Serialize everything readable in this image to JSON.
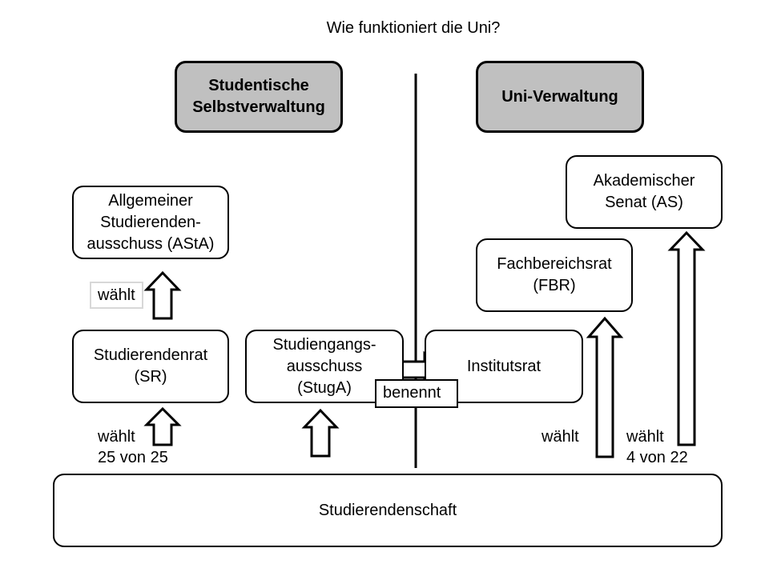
{
  "title": "Wie funktioniert die Uni?",
  "headers": {
    "left": "Studentische\nSelbstverwaltung",
    "right": "Uni-Verwaltung"
  },
  "boxes": {
    "asta": "Allgemeiner\nStudierenden-\nausschuss (AStA)",
    "sr": "Studierendenrat\n(SR)",
    "stuga": "Studiengangs-\nausschuss\n(StugA)",
    "institutsrat": "Institutsrat",
    "fbr": "Fachbereichsrat\n(FBR)",
    "as": "Akademischer\nSenat (AS)",
    "studierendenschaft": "Studierendenschaft"
  },
  "labels": {
    "waehlt_asta": "wählt",
    "waehlt_sr": "wählt\n25 von 25",
    "benennt": "benennt",
    "waehlt_fbr": "wählt",
    "waehlt_as": "wählt\n4 von 22"
  }
}
